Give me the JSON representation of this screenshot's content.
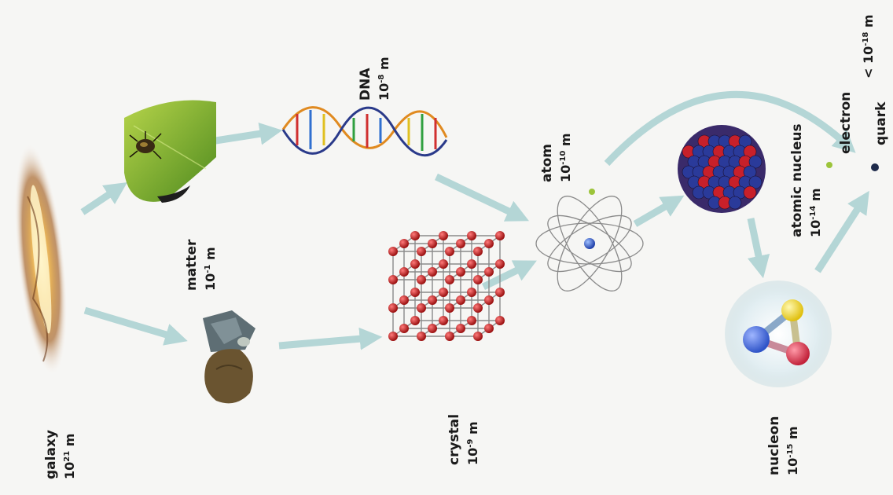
{
  "scales": [
    {
      "key": "galaxy",
      "name": "galaxy",
      "size_base": "10",
      "size_exp": "21",
      "size_unit": " m"
    },
    {
      "key": "matter",
      "name": "matter",
      "size_base": "10",
      "size_exp": "-1",
      "size_unit": " m"
    },
    {
      "key": "dna",
      "name": "DNA",
      "size_base": "10",
      "size_exp": "-8",
      "size_unit": " m"
    },
    {
      "key": "crystal",
      "name": "crystal",
      "size_base": "10",
      "size_exp": "-9",
      "size_unit": " m"
    },
    {
      "key": "atom",
      "name": "atom",
      "size_base": "10",
      "size_exp": "-10",
      "size_unit": " m"
    },
    {
      "key": "atomic_nucleus",
      "name": "atomic nucleus",
      "size_base": "10",
      "size_exp": "-14",
      "size_unit": " m"
    },
    {
      "key": "nucleon",
      "name": "nucleon",
      "size_base": "10",
      "size_exp": "-15",
      "size_unit": " m"
    },
    {
      "key": "electron",
      "name": "electron",
      "size_base": "< 10",
      "size_exp": "-18",
      "size_unit": " m"
    },
    {
      "key": "quark",
      "name": "quark",
      "size_base": "",
      "size_exp": "",
      "size_unit": ""
    }
  ],
  "colors": {
    "arrow": "#b4d6d6",
    "nucleus_red": "#c8202a",
    "nucleus_blue": "#2a3a9a",
    "quark_blue": "#2f54c8",
    "quark_yellow": "#f0d820",
    "quark_red": "#cc2a3a",
    "electron_green": "#9cc43a"
  }
}
